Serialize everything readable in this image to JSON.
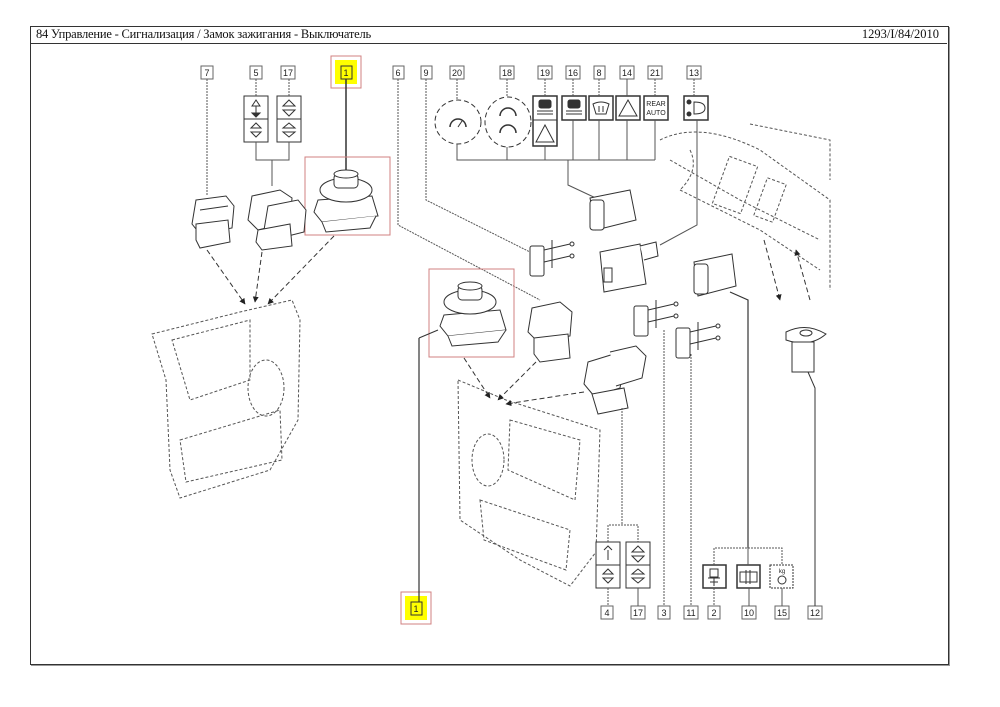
{
  "header": {
    "title": "84 Управление - Сигнализация / Замок зажигания - Выключатель",
    "document_ref": "1293/I/84/2010"
  },
  "highlight_color": "#ffff00",
  "selection_box_color": "#d08080",
  "callouts": {
    "top": [
      "7",
      "5",
      "17",
      "1",
      "6",
      "9",
      "20",
      "18",
      "19",
      "16",
      "8",
      "14",
      "21",
      "13"
    ],
    "bottom": [
      "1",
      "4",
      "17",
      "3",
      "11",
      "2",
      "10",
      "15",
      "12"
    ],
    "highlighted": "1"
  },
  "symbols": {
    "rear_auto": [
      "REAR",
      "AUTO"
    ],
    "kg": "kg"
  },
  "icons": [
    "window-switch-up-down-icon",
    "window-switch-icon",
    "speedometer-icon",
    "anti-collision-icon",
    "warning-triangle-icon",
    "windscreen-wiper-icon",
    "headlamp-icon",
    "seat-heater-icon",
    "rear-defrost-icon",
    "load-sensor-icon"
  ]
}
